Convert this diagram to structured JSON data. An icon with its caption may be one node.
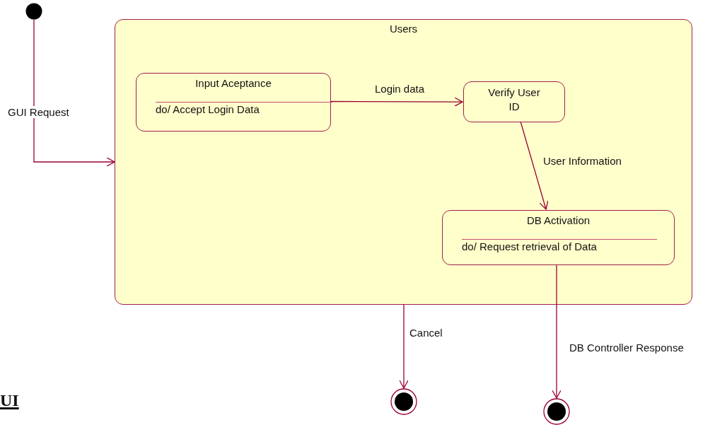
{
  "diagram": {
    "nodes": [
      {
        "text": [],
        "shape": "circle"
      },
      {
        "text": [
          "Users"
        ]
      },
      {
        "text": [
          "Input Aceptance",
          "do/ Accept Login Data"
        ],
        "in": 1
      },
      {
        "text": [
          "Verify User ID"
        ],
        "in": 1
      },
      {
        "text": [
          "DB Activation",
          "do/ Request retrieval of Data"
        ],
        "in": 1
      },
      {
        "text": [],
        "shape": "circle"
      },
      {
        "text": [],
        "shape": "circle"
      }
    ],
    "edges": [
      {
        "from": 0,
        "to": 1,
        "arrow": "to",
        "label": "GUI Request"
      },
      {
        "from": 2,
        "to": 3,
        "arrow": "to",
        "label": "Login data"
      },
      {
        "from": 3,
        "to": 4,
        "arrow": "to",
        "label": "User Information"
      },
      {
        "from": 1,
        "to": 5,
        "arrow": "to",
        "label": "Cancel"
      },
      {
        "from": 4,
        "to": 6,
        "arrow": "to",
        "label": "DB Controller Response"
      }
    ],
    "labels": [
      "UI"
    ]
  }
}
